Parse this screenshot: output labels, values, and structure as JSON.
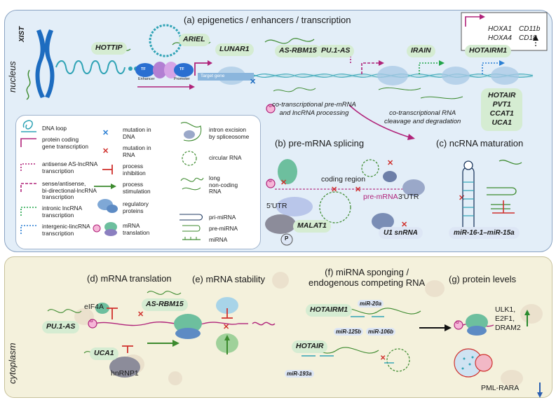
{
  "panels": {
    "a": "(a) epigenetics / enhancers / transcription",
    "b": "(b) pre-mRNA splicing",
    "c": "(c) ncRNA maturation",
    "d": "(d) mRNA translation",
    "e": "(e) mRNA stability",
    "f_line1": "(f) miRNA sponging /",
    "f_line2": "endogenous competing RNA",
    "g": "(g) protein levels"
  },
  "compartments": {
    "nucleus": "nucleus",
    "cytoplasm": "cytoplasm"
  },
  "nucleus_labels": {
    "xist": "XIST",
    "hottip": "HOTTIP",
    "ariel": "ARIEL",
    "lunar1": "LUNAR1",
    "as_rbm15": "AS-RBM15",
    "pu1_as": "PU.1-AS",
    "irain": "IRAIN",
    "hotairm1": "HOTAIRM1",
    "tf": "TF",
    "enhancer": "Enhancer",
    "promoter": "Promoter",
    "target_gene": "Target gene",
    "hoxa1": "HOXA1",
    "hoxa4": "HOXA4",
    "cd11b": "CD11b",
    "cd18": "CD18",
    "hotair_group": [
      "HOTAIR",
      "PVT1",
      "CCAT1",
      "UCA1"
    ],
    "note_processing": [
      "co-transcriptional pre-mRNA",
      "and lncRNA processing"
    ],
    "note_cleavage": [
      "co-transcriptional RNA",
      "cleavage and degradation"
    ]
  },
  "splicing": {
    "utr5": "5'UTR",
    "coding_region": "coding region",
    "pre_mrna": "pre-mRNA",
    "utr3": "3'UTR",
    "malat1": "MALAT1",
    "u1_snrna": "U1 snRNA",
    "p_label": "P"
  },
  "maturation": {
    "mir_cluster": "miR-16-1–miR-15a"
  },
  "legend": {
    "dna_loop": "DNA loop",
    "protein_coding": [
      "protein coding",
      "gene transcription"
    ],
    "antisense": [
      "antisense AS-lncRNA",
      "transcription"
    ],
    "sense_antisense": [
      "sense/antisense,",
      "bi-directional-lncRNA",
      "transcription"
    ],
    "intronic": [
      "intronic lncRNA",
      "transcription"
    ],
    "intergenic": [
      "intergenic-lincRNA",
      "transcription"
    ],
    "mutation_dna": [
      "mutation in",
      "DNA"
    ],
    "mutation_rna": [
      "mutation in",
      "RNA"
    ],
    "process_inhibition": [
      "process",
      "inhibition"
    ],
    "process_stimulation": [
      "process",
      "stimulation"
    ],
    "regulatory_proteins": [
      "regulatory",
      "proteins"
    ],
    "mrna_translation": [
      "mRNA",
      "translation"
    ],
    "intron_excision": [
      "intron excision",
      "by spliceosome"
    ],
    "circular_rna": "circular RNA",
    "long_noncoding": [
      "long",
      "non-coding",
      "RNA"
    ],
    "pri_mirna": "pri-miRNA",
    "pre_mirna": "pre-miRNA",
    "mirna": "miRNA"
  },
  "cytoplasm_labels": {
    "eif4a": "eIF4A",
    "pu1_as": "PU.1-AS",
    "as_rbm15": "AS-RBM15",
    "uca1": "UCA1",
    "hnrnp1": "hnRNP1",
    "hotairm1": "HOTAIRM1",
    "hotair": "HOTAIR",
    "mir_20a": "miR-20a",
    "mir_125b": "miR-125b",
    "mir_106b": "miR-106b",
    "mir_193a": "miR-193a",
    "up_proteins": [
      "ULK1,",
      "E2F1,",
      "DRAM2"
    ],
    "pml_rara": "PML-RARA",
    "g_label": "G"
  },
  "colors": {
    "nucleus_bg": "#e3eef8",
    "cyto_bg": "#f4f1dc",
    "pill_green": "#d5ecd2",
    "pill_blue": "#dde6f5",
    "magenta": "#b0237a",
    "arrow_green": "#3c8a2e",
    "inhibit_red": "#d0312d",
    "dna_teal": "#2fa3b5",
    "intergenic_blue": "#2a7fd4",
    "intronic_green": "#22a54a"
  }
}
